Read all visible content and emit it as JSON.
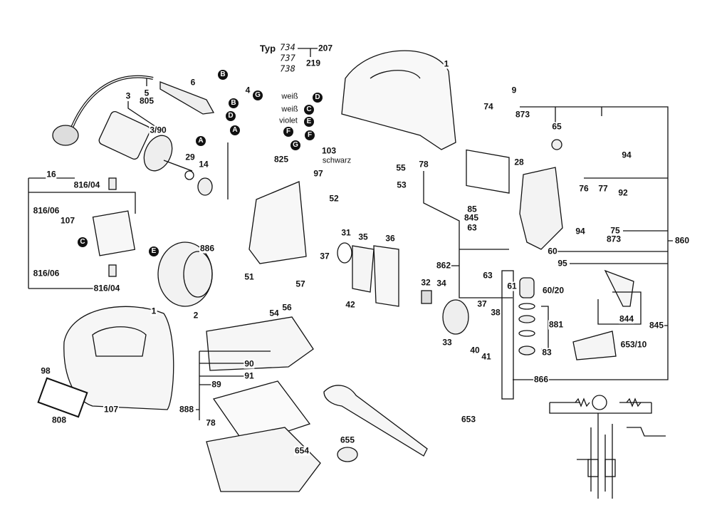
{
  "title": {
    "typ": "Typ",
    "variants": [
      "734",
      "737",
      "738"
    ]
  },
  "callouts": [
    "207",
    "219",
    "1",
    "9",
    "74",
    "873",
    "65",
    "94",
    "28",
    "78",
    "55",
    "53",
    "76",
    "77",
    "92",
    "85",
    "845",
    "63",
    "75",
    "873",
    "94",
    "860",
    "60",
    "95",
    "862",
    "63",
    "61",
    "60/20",
    "845",
    "844",
    "653/10",
    "881",
    "83",
    "866",
    "32",
    "34",
    "35",
    "36",
    "37",
    "38",
    "33",
    "40",
    "41",
    "31",
    "37",
    "51",
    "57",
    "54",
    "56",
    "42",
    "52",
    "97",
    "103",
    "825",
    "886",
    "29",
    "14",
    "3",
    "3/90",
    "5",
    "805",
    "6",
    "4",
    "16",
    "816/04",
    "816/04",
    "816/06",
    "816/06",
    "107",
    "2",
    "1",
    "98",
    "808",
    "107",
    "888",
    "90",
    "91",
    "89",
    "78",
    "653",
    "655",
    "654"
  ],
  "wire_labels": [
    "weiß",
    "weiß",
    "violet",
    "schwarz"
  ],
  "markers": [
    "B",
    "B",
    "G",
    "D",
    "A",
    "F",
    "D",
    "C",
    "E",
    "F",
    "G",
    "A",
    "C",
    "E"
  ]
}
